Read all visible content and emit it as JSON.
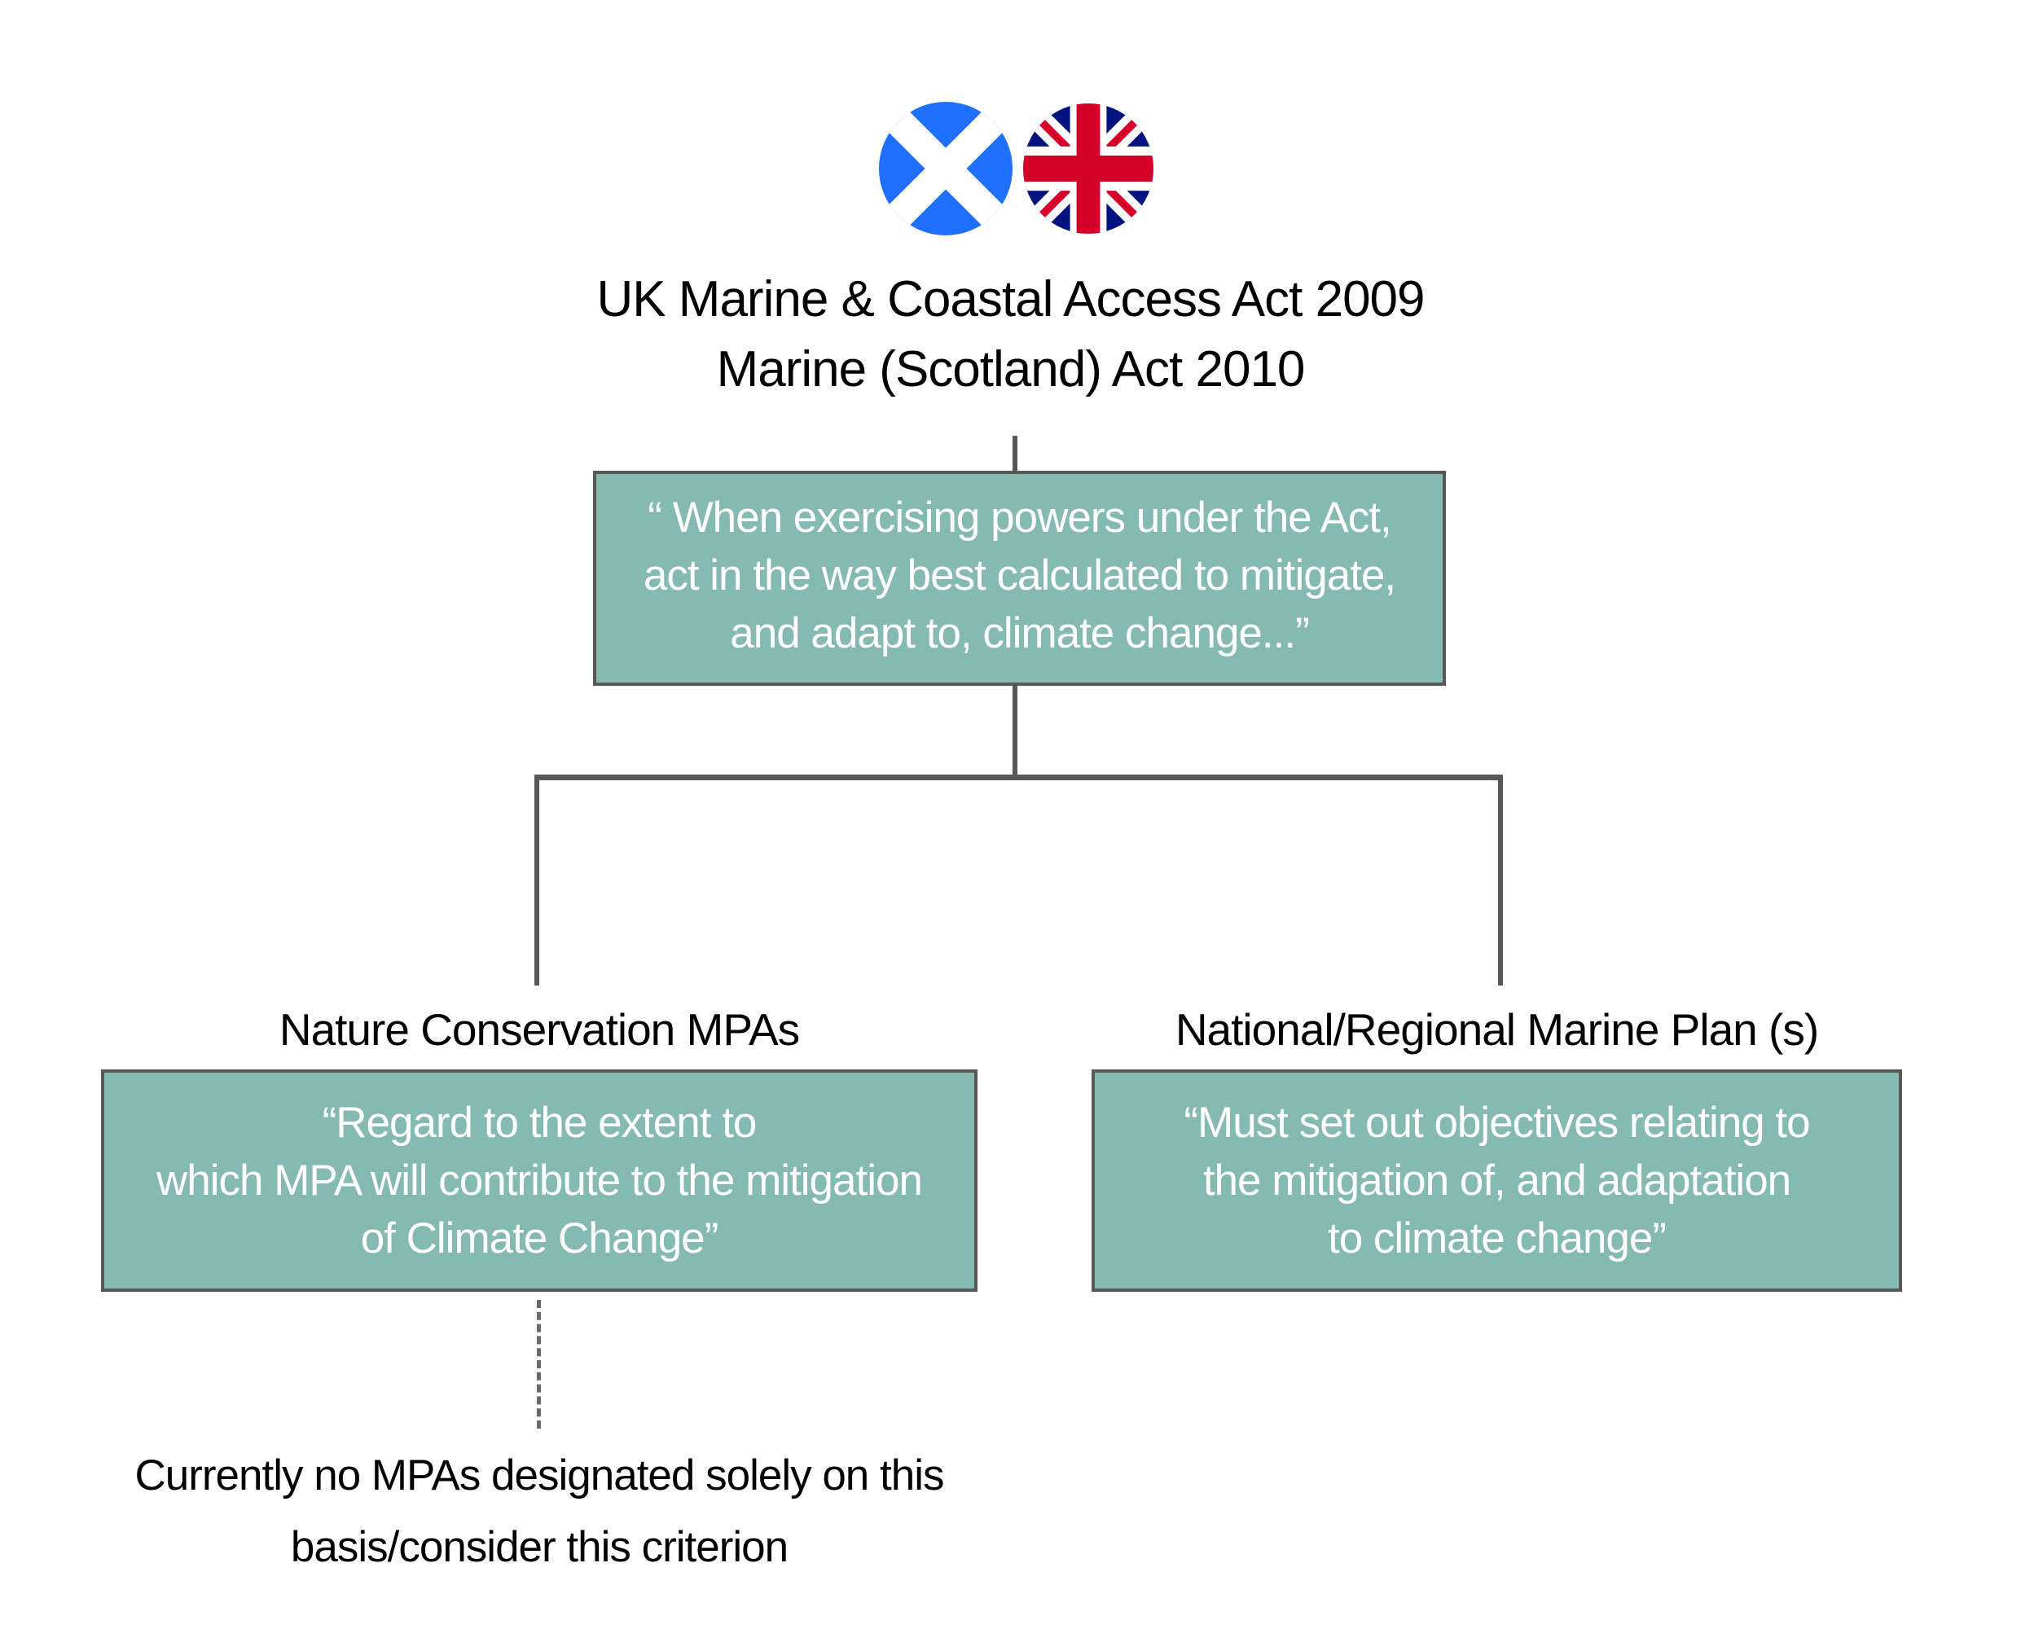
{
  "header": {
    "flags": [
      {
        "name": "scotland-flag-icon",
        "colors": {
          "field": "#1f70ff",
          "saltire": "#ffffff"
        }
      },
      {
        "name": "uk-flag-icon",
        "colors": {
          "field": "#00137f",
          "cross": "#d40028",
          "white": "#ffffff"
        }
      }
    ],
    "title_line1": "UK Marine & Coastal Access Act 2009",
    "title_line2": "Marine (Scotland) Act 2010"
  },
  "root_box": {
    "text": "“ When exercising powers under the Act,\nact in the way best calculated to mitigate,\nand adapt to, climate change...”"
  },
  "branches": [
    {
      "heading": "Nature Conservation MPAs",
      "box_text": "“Regard to the extent to\nwhich MPA will contribute to the mitigation\nof Climate Change”",
      "note": "Currently no MPAs designated solely on this\nbasis/consider this criterion"
    },
    {
      "heading": "National/Regional Marine Plan (s)",
      "box_text": "“Must set out objectives relating to\nthe mitigation of, and adaptation\nto climate change”"
    }
  ],
  "colors": {
    "box_fill": "#85bab3",
    "box_border": "#585858",
    "connector": "#585858",
    "box_text": "#ffffff"
  }
}
